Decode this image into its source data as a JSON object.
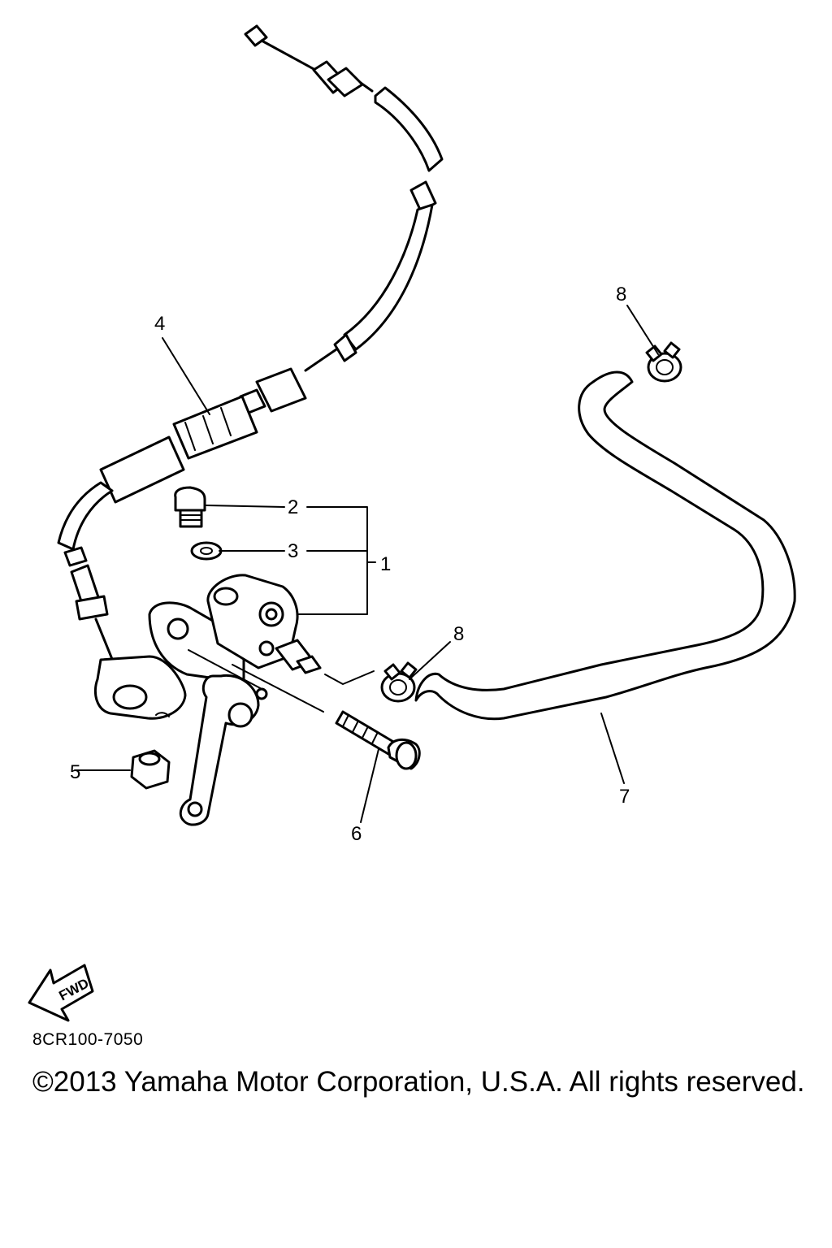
{
  "callouts": {
    "c1": "1",
    "c2": "2",
    "c3": "3",
    "c4": "4",
    "c5": "5",
    "c6": "6",
    "c7": "7",
    "c8_top": "8",
    "c8_mid": "8"
  },
  "fwd_label": "FWD",
  "diagram_code": "8CR100-7050",
  "copyright": "©2013 Yamaha Motor Corporation, U.S.A. All rights reserved."
}
